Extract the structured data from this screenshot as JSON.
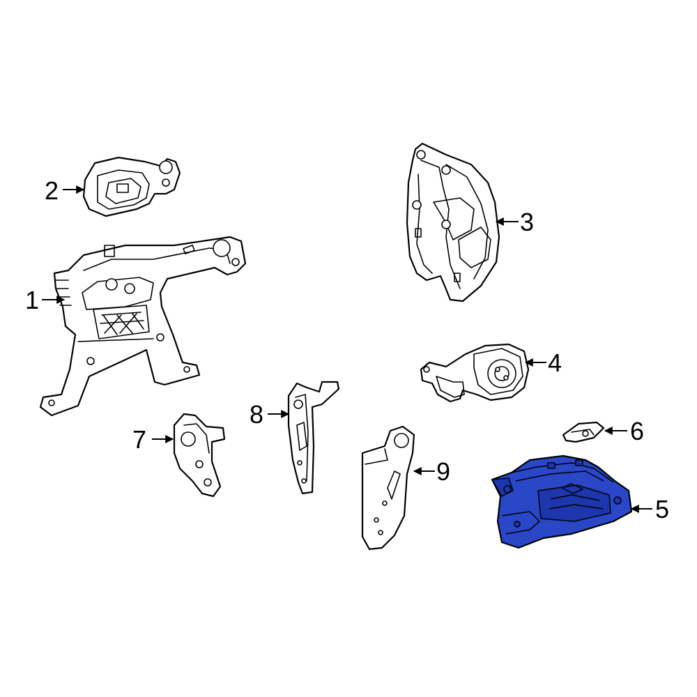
{
  "diagram": {
    "callouts": [
      {
        "id": "1",
        "label": "1"
      },
      {
        "id": "2",
        "label": "2"
      },
      {
        "id": "3",
        "label": "3"
      },
      {
        "id": "4",
        "label": "4"
      },
      {
        "id": "5",
        "label": "5"
      },
      {
        "id": "6",
        "label": "6"
      },
      {
        "id": "7",
        "label": "7"
      },
      {
        "id": "8",
        "label": "8"
      },
      {
        "id": "9",
        "label": "9"
      }
    ],
    "highlight_color": "#2a47c8",
    "highlighted_part": "5"
  }
}
